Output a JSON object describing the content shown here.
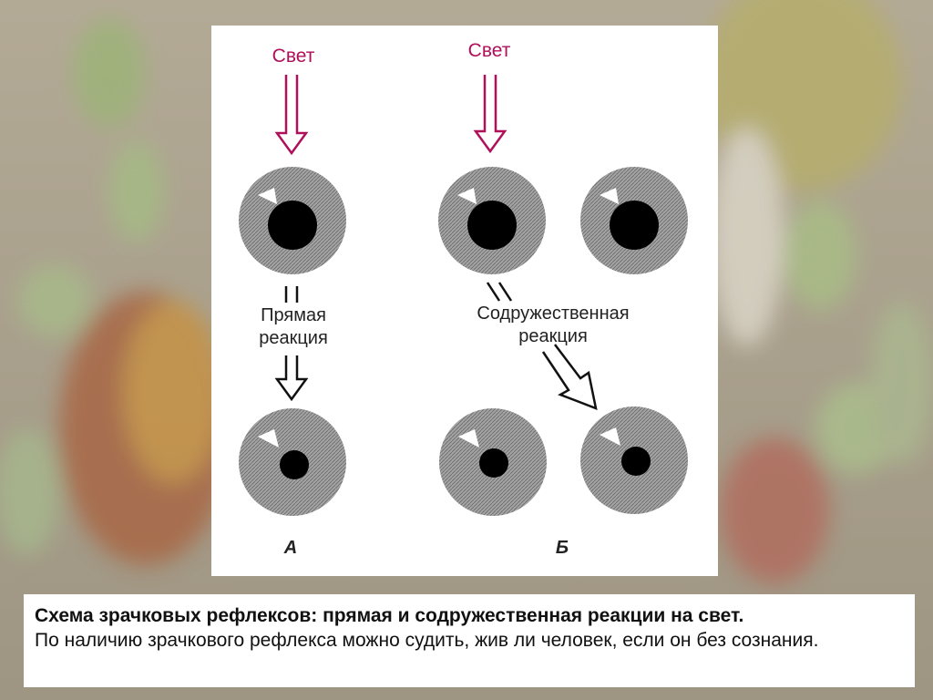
{
  "diagram": {
    "light_label_a": "Свет",
    "light_label_b": "Свет",
    "direct_reaction_line1": "Прямая",
    "direct_reaction_line2": "реакция",
    "consensual_reaction_line1": "Содружественная",
    "consensual_reaction_line2": "реакция",
    "panel_a": "А",
    "panel_b": "Б",
    "colors": {
      "light_arrow": "#b0105a",
      "iris": "#9a9a9a",
      "pupil": "#000000"
    }
  },
  "caption": {
    "title": "Схема зрачковых рефлексов: прямая и содружественная реакции на свет.",
    "body": "По наличию зрачкового рефлекса можно судить, жив ли человек, если он без сознания."
  }
}
